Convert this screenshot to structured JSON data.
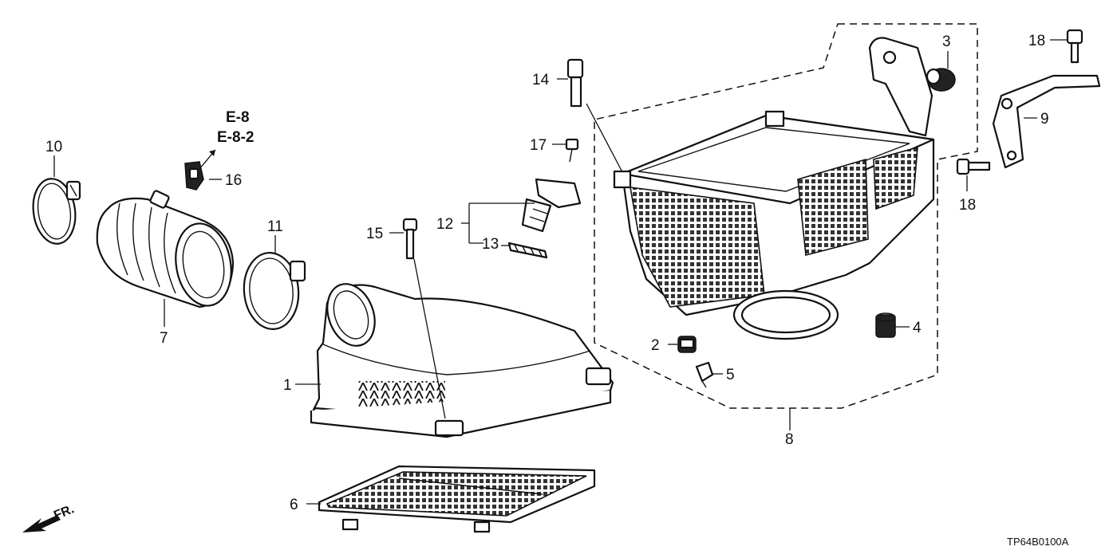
{
  "callouts": {
    "c1": "1",
    "c2": "2",
    "c3": "3",
    "c4": "4",
    "c5": "5",
    "c6": "6",
    "c7": "7",
    "c8": "8",
    "c9": "9",
    "c10": "10",
    "c11": "11",
    "c12": "12",
    "c13": "13",
    "c14": "14",
    "c15": "15",
    "c16": "16",
    "c17": "17",
    "c18a": "18",
    "c18b": "18"
  },
  "references": [
    "E-8",
    "E-8-2"
  ],
  "direction_label": "FR.",
  "diagram_code": "TP64B0100A",
  "colors": {
    "line": "#111111",
    "background": "#ffffff"
  }
}
